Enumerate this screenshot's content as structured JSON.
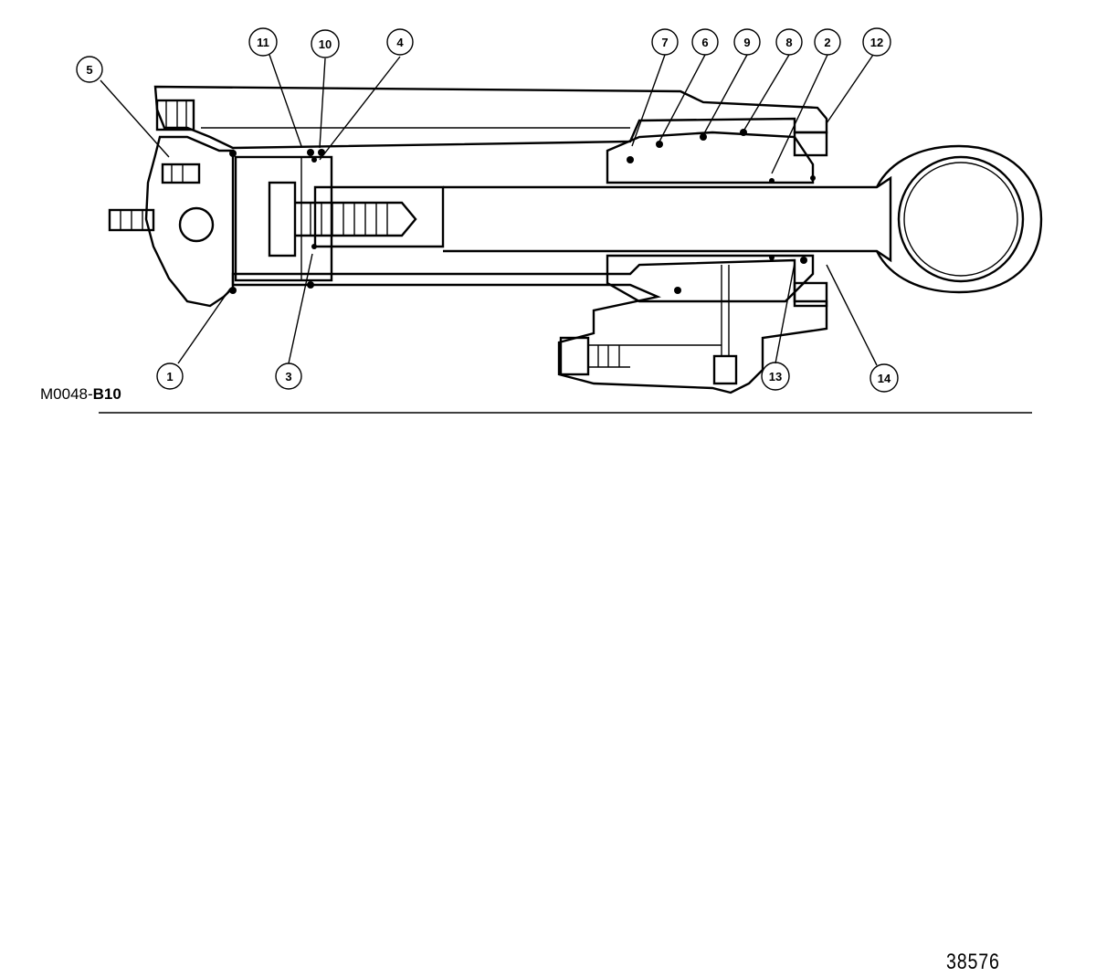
{
  "figure": {
    "id_prefix": "M0048-",
    "id_suffix": "B10",
    "document_number": "38576"
  },
  "callouts": [
    {
      "label": "1"
    },
    {
      "label": "2"
    },
    {
      "label": "3"
    },
    {
      "label": "4"
    },
    {
      "label": "5"
    },
    {
      "label": "6"
    },
    {
      "label": "7"
    },
    {
      "label": "8"
    },
    {
      "label": "9"
    },
    {
      "label": "10"
    },
    {
      "label": "11"
    },
    {
      "label": "12"
    },
    {
      "label": "13"
    },
    {
      "label": "14"
    }
  ]
}
